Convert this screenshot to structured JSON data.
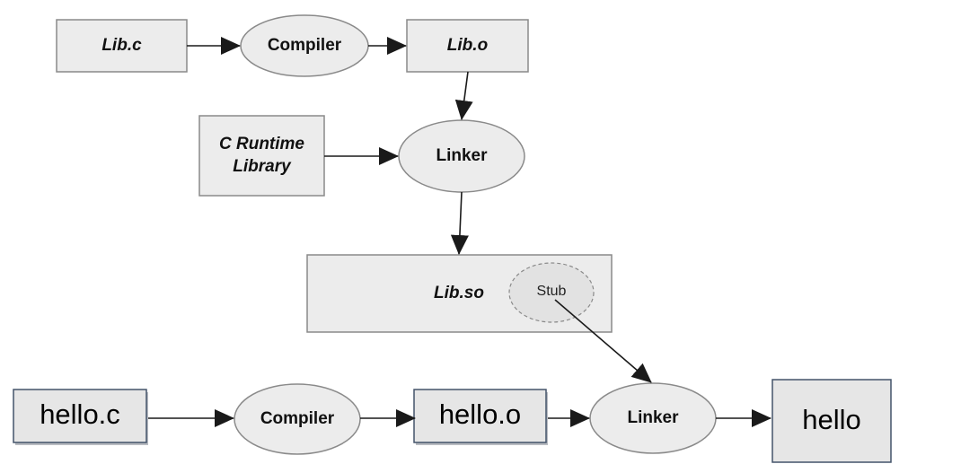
{
  "nodes": {
    "lib_c": "Lib.c",
    "compiler_top": "Compiler",
    "lib_o": "Lib.o",
    "c_runtime_line1": "C Runtime",
    "c_runtime_line2": "Library",
    "linker_top": "Linker",
    "lib_so": "Lib.so",
    "stub": "Stub",
    "hello_c": "hello.c",
    "compiler_bottom": "Compiler",
    "hello_o": "hello.o",
    "linker_bottom": "Linker",
    "hello": "hello"
  },
  "colors": {
    "box_fill": "#ececec",
    "box_stroke": "#8a8a8a",
    "blue_stroke": "#44546a",
    "arrow": "#1a1a1a"
  }
}
